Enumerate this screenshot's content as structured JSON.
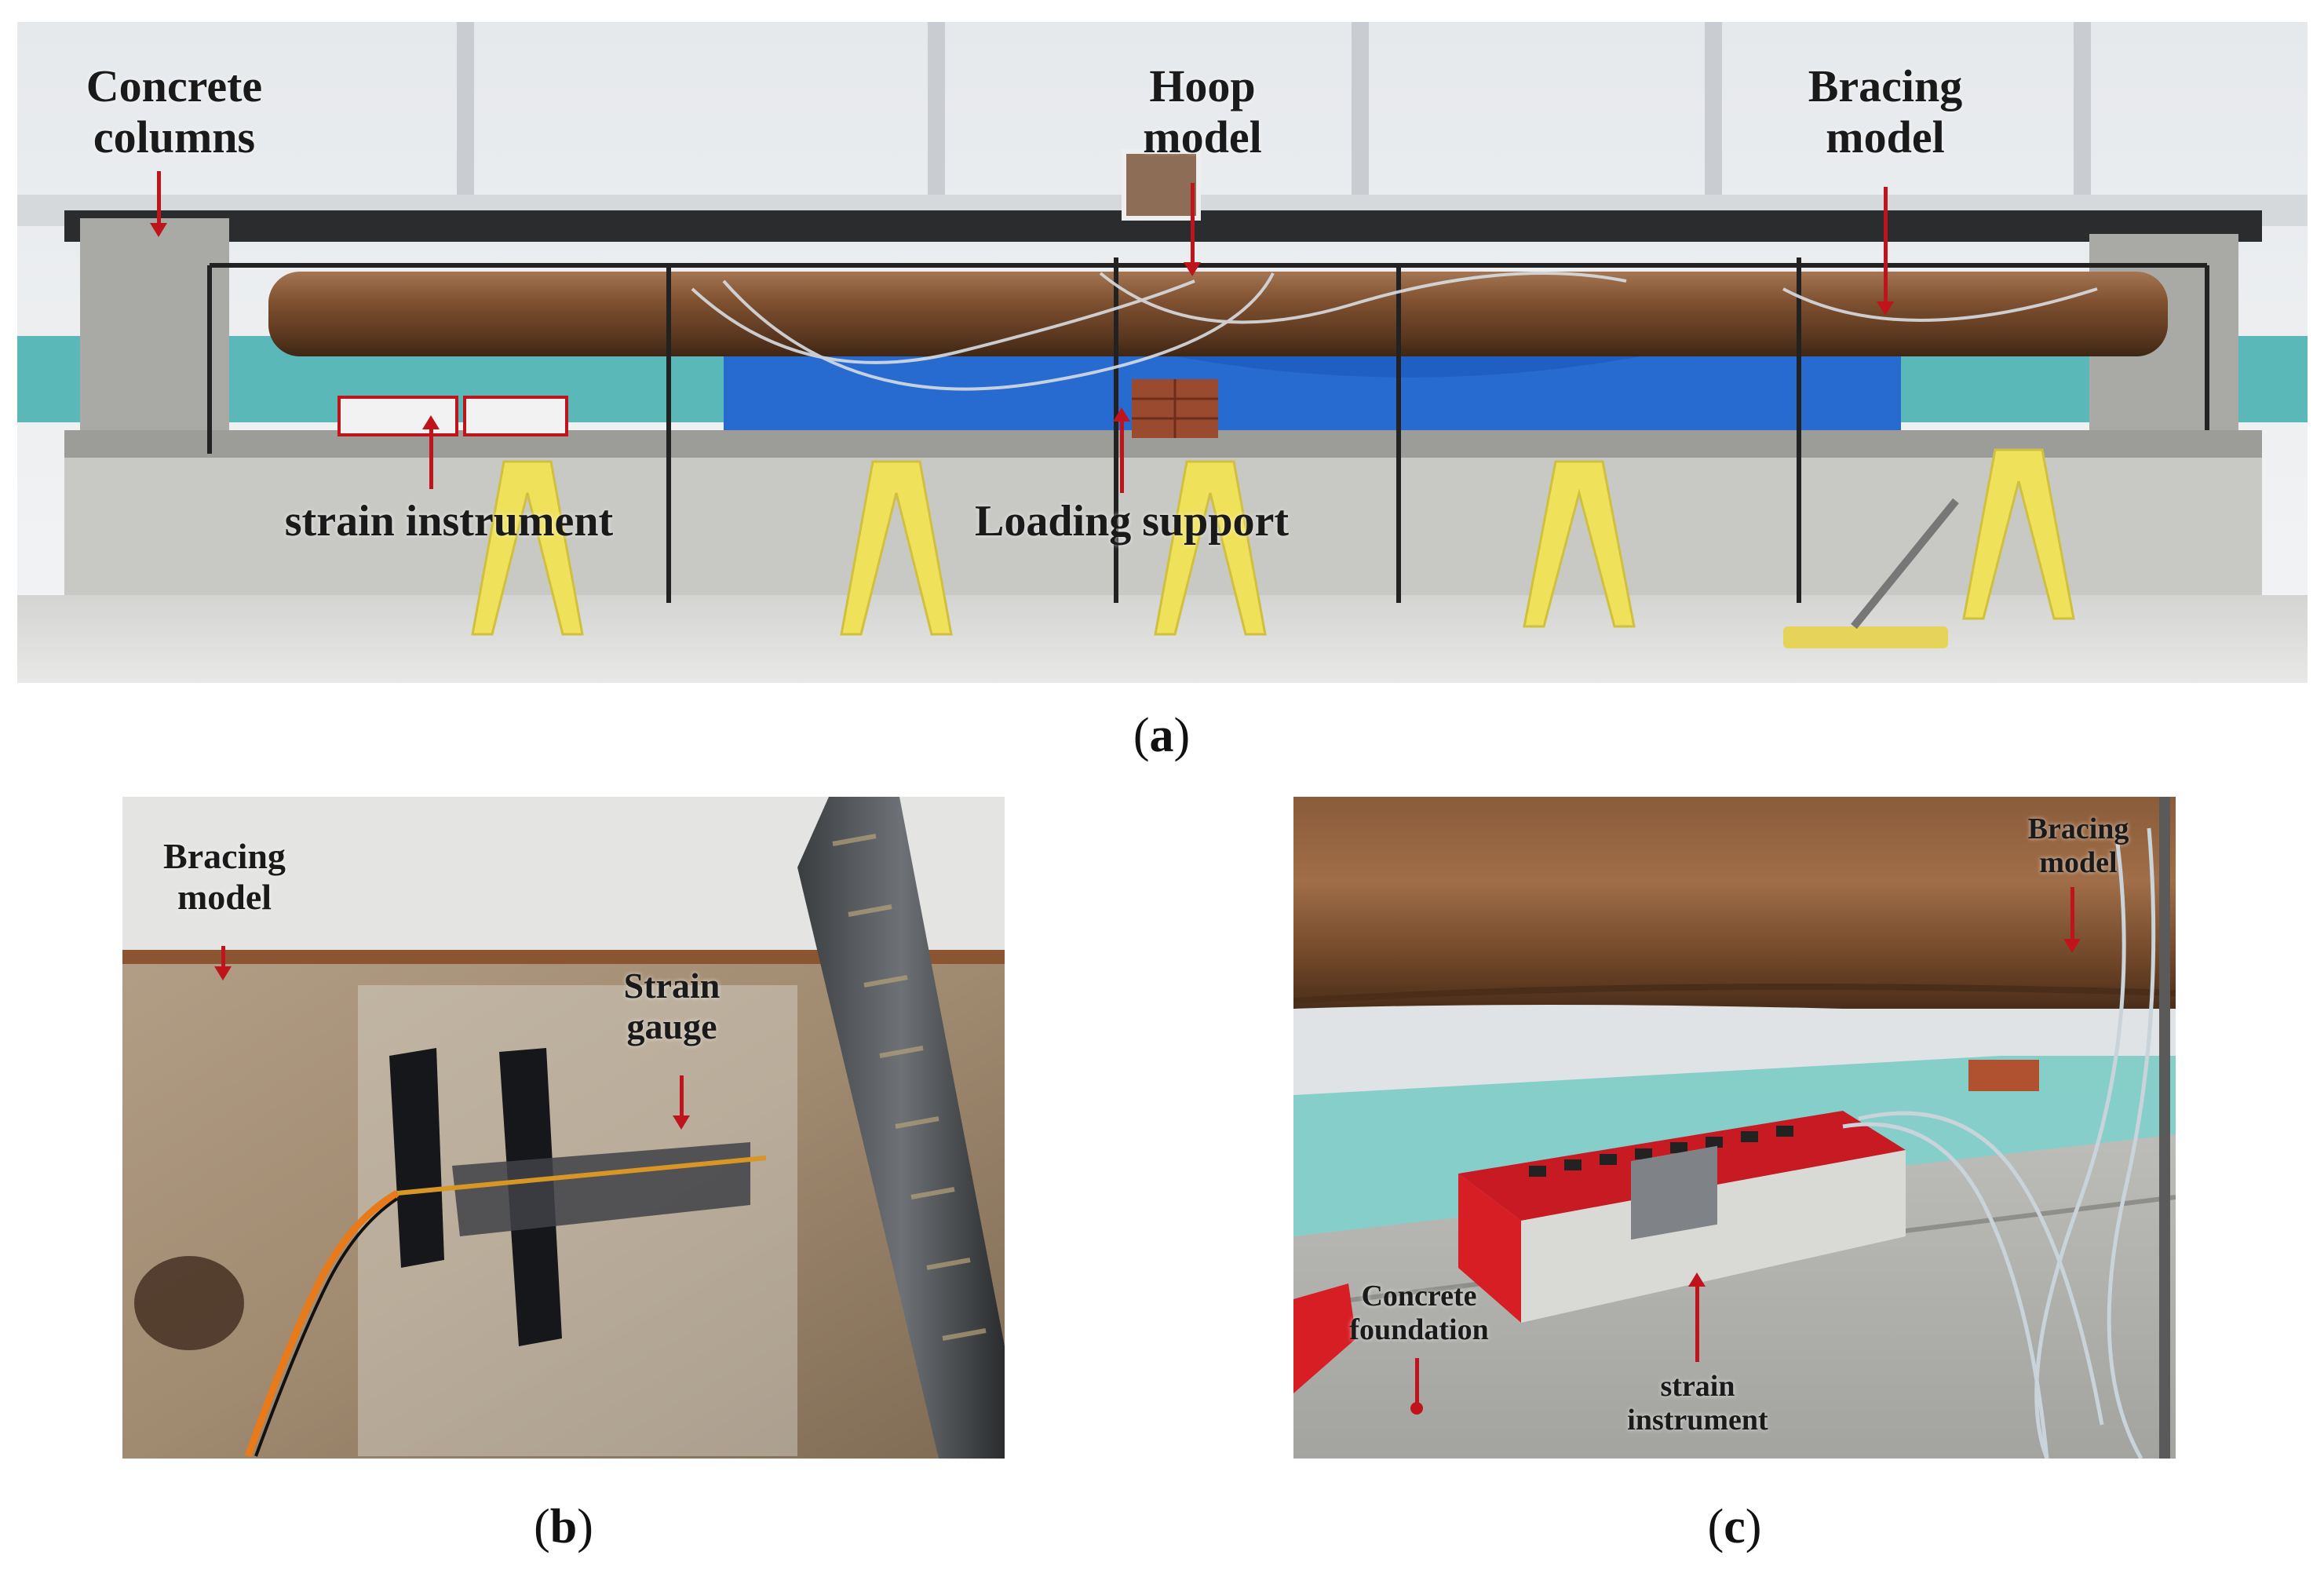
{
  "panel_a": {
    "caption_open": "(",
    "caption_letter": "a",
    "caption_close": ")",
    "labels": {
      "concrete_columns": "Concrete\ncolumns",
      "hoop_model": "Hoop\nmodel",
      "bracing_model": "Bracing\nmodel",
      "strain_instrument": "strain instrument",
      "loading_support": "Loading support"
    }
  },
  "panel_b": {
    "caption_open": "(",
    "caption_letter": "b",
    "caption_close": ")",
    "labels": {
      "bracing_model": "Bracing\nmodel",
      "strain_gauge": "Strain\ngauge"
    }
  },
  "panel_c": {
    "caption_open": "(",
    "caption_letter": "c",
    "caption_close": ")",
    "labels": {
      "bracing_model": "Bracing\nmodel",
      "concrete_foundation": "Concrete\nfoundation",
      "strain_instrument": "strain\ninstrument"
    }
  },
  "colors": {
    "arrow": "#c0141c",
    "pipe": "#7a4a25",
    "tarp_blue": "#1f5fc4",
    "jack_stand_yellow": "#efe15a",
    "instrument_red": "#d81e25"
  }
}
